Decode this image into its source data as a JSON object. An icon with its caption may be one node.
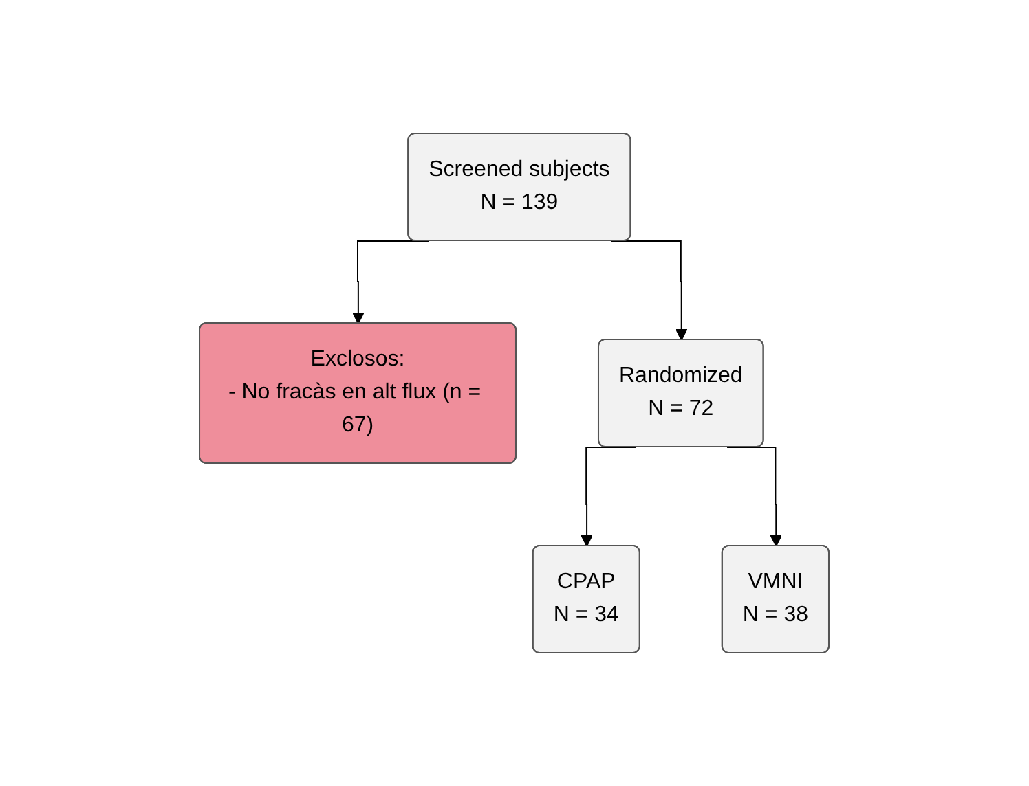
{
  "diagram": {
    "nodes": [
      {
        "text": [
          "Screened subjects",
          "N = 139"
        ]
      },
      {
        "text": [
          "Exclosos:",
          "- No fracàs en alt flux (n = 67)"
        ]
      },
      {
        "text": [
          "Randomized",
          "N = 72"
        ]
      },
      {
        "text": [
          "CPAP",
          "N = 34"
        ]
      },
      {
        "text": [
          "VMNI",
          "N = 38"
        ]
      }
    ],
    "edges": [
      {
        "from": 0,
        "to": 2,
        "arrow": "to"
      },
      {
        "from": 0,
        "to": 1,
        "arrow": "to"
      },
      {
        "from": 2,
        "to": 3,
        "arrow": "to"
      },
      {
        "from": 2,
        "to": 4,
        "arrow": "to"
      }
    ]
  }
}
